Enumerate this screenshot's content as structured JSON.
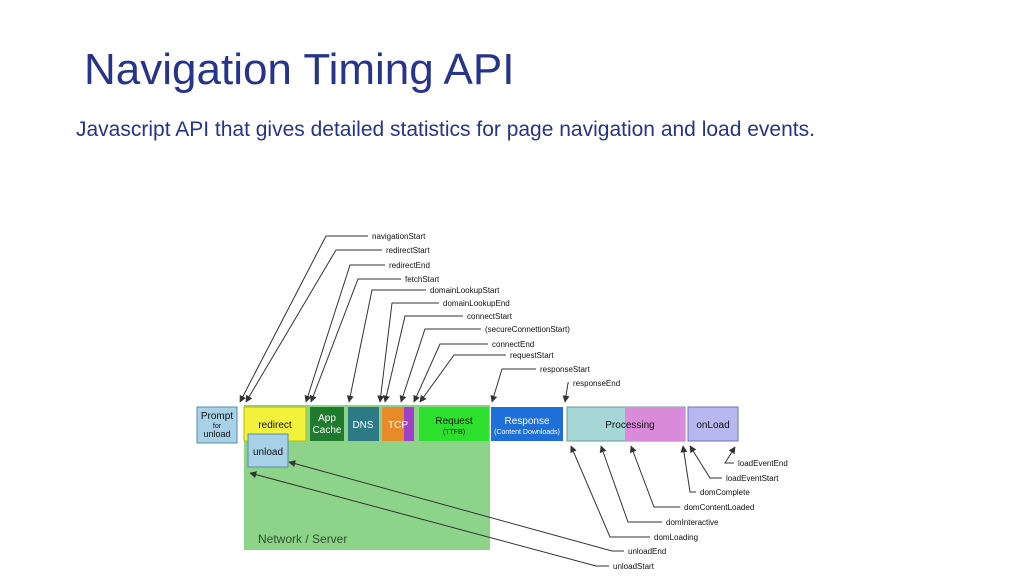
{
  "slide": {
    "title": "Navigation Timing API",
    "subtitle": "Javascript API that gives detailed statistics for page navigation and load events."
  },
  "diagram": {
    "network_label": "Network / Server",
    "boxes": {
      "prompt_line1": "Prompt",
      "prompt_line2": "for",
      "prompt_line3": "unload",
      "redirect": "redirect",
      "unload": "unload",
      "appcache_line1": "App",
      "appcache_line2": "Cache",
      "dns": "DNS",
      "tcp": "TCP",
      "request_line1": "Request",
      "request_line2": "(TTFB)",
      "response_line1": "Response",
      "response_line2": "(Content Downloads)",
      "processing": "Processing",
      "onload": "onLoad"
    },
    "top_labels": [
      "navigationStart",
      "redirectStart",
      "redirectEnd",
      "fetchStart",
      "domainLookupStart",
      "domainLookupEnd",
      "connectStart",
      "(secureConnettionStart)",
      "connectEnd",
      "requestStart",
      "responseStart",
      "responseEnd"
    ],
    "bottom_labels": [
      "loadEventEnd",
      "loadEventStart",
      "domComplete",
      "domContentLoaded",
      "domInteractive",
      "domLoading",
      "unloadEnd",
      "unloadStart"
    ],
    "colors": {
      "network": "#8ed38a",
      "prompt": "#a8d0e6",
      "redirect": "#f2f23c",
      "unload": "#a8d0e6",
      "appcache": "#1f7a2e",
      "dns": "#2d7a86",
      "tcp": "#e88a2a",
      "ssl": "#a040c8",
      "request": "#2ee02e",
      "response": "#1f6fd8",
      "processing": "#a6d6d6",
      "dom": "#d98ad9",
      "onload": "#b8b8f0"
    }
  }
}
